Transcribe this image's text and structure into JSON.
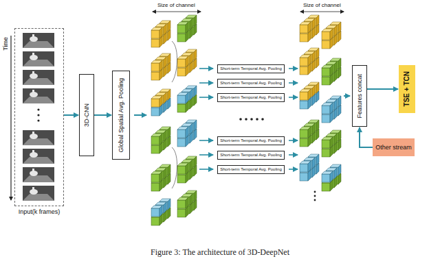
{
  "diagram": {
    "caption": "Figure 3: The architecture of 3D-DeepNet",
    "nodes": [
      {
        "text": [
          "Input(k frames)"
        ]
      },
      {
        "text": [
          "3D-CNN"
        ]
      },
      {
        "text": [
          "Global Spatial Avg. Pooling"
        ]
      },
      {
        "text": [
          "Short-term Temporal Avg. Pooling"
        ]
      },
      {
        "text": [
          "Short-term Temporal Avg. Pooling"
        ]
      },
      {
        "text": [
          "Short-term Temporal Avg. Pooling"
        ]
      },
      {
        "text": [
          "Short-term Temporal Avg. Pooling"
        ]
      },
      {
        "text": [
          "Short-term Temporal Avg. Pooling"
        ]
      },
      {
        "text": [
          "Short-term Temporal Avg. Pooling"
        ]
      },
      {
        "text": [
          "Features concat"
        ]
      },
      {
        "text": [
          "Other stream"
        ]
      },
      {
        "text": [
          "TSE + TCN"
        ]
      }
    ],
    "edges": [
      {
        "from": 0,
        "to": 1,
        "arrow": "to"
      },
      {
        "from": 1,
        "to": 2,
        "arrow": "to"
      },
      {
        "from": 10,
        "to": 9,
        "arrow": "to"
      },
      {
        "from": 9,
        "to": 11,
        "arrow": "to"
      }
    ],
    "labels": [
      "Time",
      "Size of channel",
      "Size of channel"
    ]
  }
}
